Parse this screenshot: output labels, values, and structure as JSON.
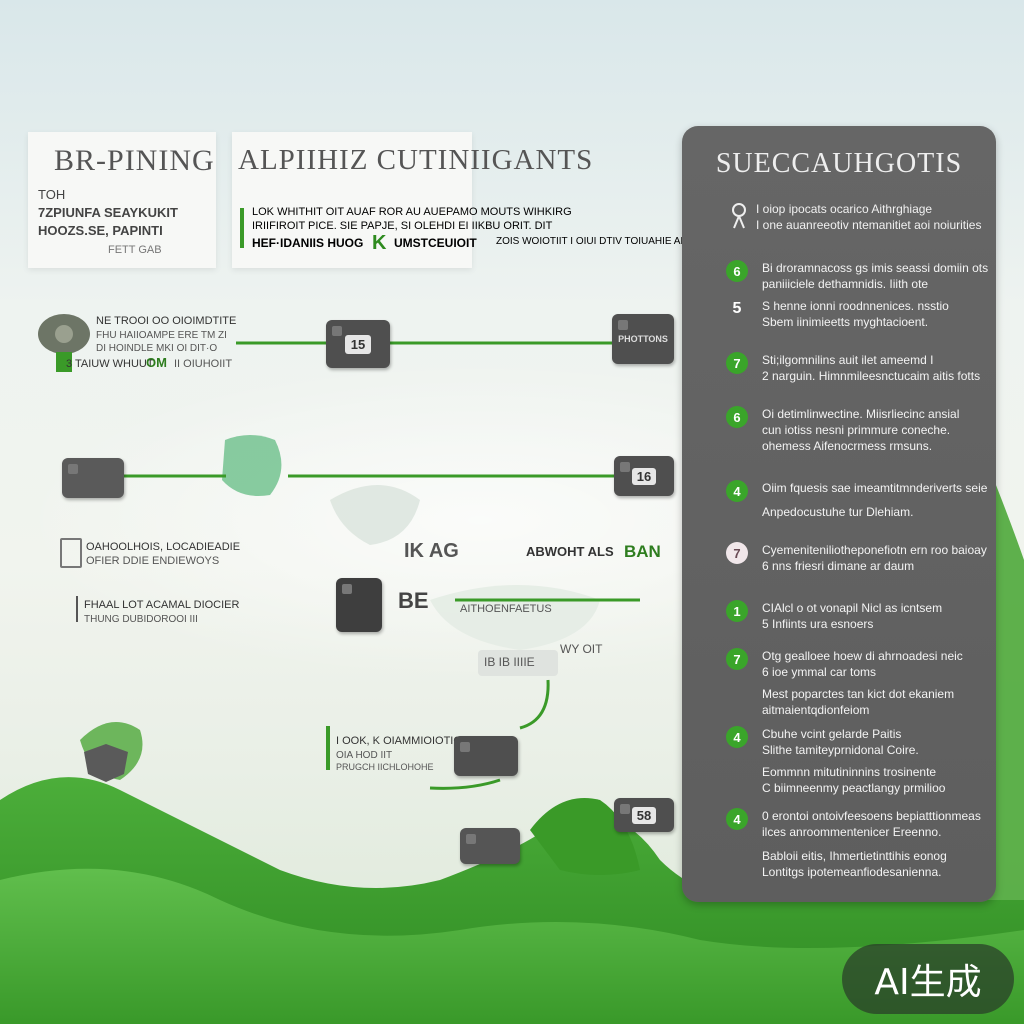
{
  "colors": {
    "accent_green": "#3a9a28",
    "panel_gray": "#626262",
    "node_gray": "#4f4f4f"
  },
  "header": {
    "card1": {
      "title": "BR-PINING",
      "lines": [
        "TOH",
        "7ZPIUNFA SEAYKUKIT",
        "HOOZS.SE, PAPINTI",
        "FETT GAB"
      ]
    },
    "card2": {
      "title": "ALPIIHIZ CUTINIIGANTS",
      "lines": [
        "LOK WHITHIT OIT AUAF ROR AU AUEPAMO MOUTS WIHKIRG",
        "IRIIFIROIT PICE. SIE PAPJE, SI OLEHDI EI IIKBU ORIT. DIT"
      ],
      "foot_left": "HEF·IDANIIS HUOG",
      "foot_key": "K",
      "foot_mid": "UMSTCEUIOIT",
      "foot_right": "ZOIS WOIOTIIT I OIUI DTIV TOIUAHIE AE"
    }
  },
  "diagram": {
    "nodes": {
      "n15": "15",
      "n16": "16",
      "n58": "58",
      "be": "BE",
      "ban": "BAN"
    },
    "labels": {
      "top_left": [
        "NE TROOI OO OIOIMDTITE",
        "FHU HAIIOAMPE ERE TM ZI",
        "DI HOINDLE MKI OI DIT·O",
        "3 TAIUW WHUUT",
        "OM",
        "II OIUHOIIT"
      ],
      "top_right": "PHOTTONS",
      "mid_left": [
        "OAHOOLHOIS, LOCADIEADIE",
        "OFIER DDIE ENDIEWOYS"
      ],
      "mid_num": "IK AG",
      "mid_right": "ABWOHT ALS",
      "lower_left": [
        "FHAAL LOT ACAMAL DIOCIER",
        "THUNG DUBIDOROOI III"
      ],
      "lower_mid": "AITHOENFAETUS",
      "cluster": "IB IB IIIIE",
      "cluster_top": "WY OIT",
      "bottom_left": [
        "I OOK, K OIAMMIOIOTIOHTIAN",
        "OIA HOD IIT",
        "PRUGCH IICHLOHOHE"
      ]
    }
  },
  "panel": {
    "title": "SUECCAUHGOTIS",
    "intro": [
      "I oiop ipocats ocarico Aithrghiage",
      "I one auanreeotiv ntemanitiet aoi noiurities"
    ],
    "steps": [
      {
        "num": "6",
        "style": "green",
        "lines": [
          "Bi droramnacoss gs imis seassi domiin ots",
          "paniiiciele dethamnidis. Iiith ote"
        ]
      },
      {
        "num": "5",
        "style": "plain",
        "lines": [
          "S henne ionni roodnnenices. nsstio",
          "Sbem iinimieetts myghtacioent."
        ]
      },
      {
        "num": "7",
        "style": "green",
        "lines": [
          "Sti;ilgomnilins auit ilet ameemd I",
          "2 narguin. Himnmileesnctucaim aitis fotts"
        ]
      },
      {
        "num": "6",
        "style": "green",
        "lines": [
          "Oi detimlinwectine. Miisrliecinc ansial",
          "cun iotiss nesni primmure coneche.",
          "ohemess Aifenocrmess rmsuns."
        ]
      },
      {
        "num": "4",
        "style": "green",
        "lines": [
          "Oiim fquesis sae imeamtitmnderiverts seie",
          "Anpedocustuhe tur Dlehiam."
        ]
      },
      {
        "num": "7",
        "style": "pale",
        "lines": [
          "Cyemeniteniliotheponefiotn ern roo baioay",
          "6 nns friesri dimane ar daum"
        ]
      },
      {
        "num": "1",
        "style": "green",
        "lines": [
          "CIAlcl o ot vonapil Nicl as icntsem",
          "5 Infiints ura esnoers"
        ]
      },
      {
        "num": "7",
        "style": "green",
        "lines": [
          "Otg gealloee hoew di ahrnoadesi neic",
          "6 ioe ymmal car toms",
          "Mest poparctes tan kict dot ekaniem",
          "aitmaientqdionfeiom"
        ]
      },
      {
        "num": "4",
        "style": "green",
        "lines": [
          "Cbuhe vcint gelarde Paitis",
          "Slithe tamiteyprnidonal Coire.",
          "Eommnn mitutininnins trosinente",
          "C biimneenmy peactlangy prmilioo"
        ]
      },
      {
        "num": "4",
        "style": "green",
        "lines": [
          "0 erontoi ontoivfeesoens bepiatttionmeas",
          "ilces anroommentenicer Ereenno.",
          "Babloii eitis, Ihmertietinttihis eonog",
          "Lontitgs ipotemeanfiodesanienna."
        ]
      }
    ]
  },
  "watermark": "AI生成"
}
